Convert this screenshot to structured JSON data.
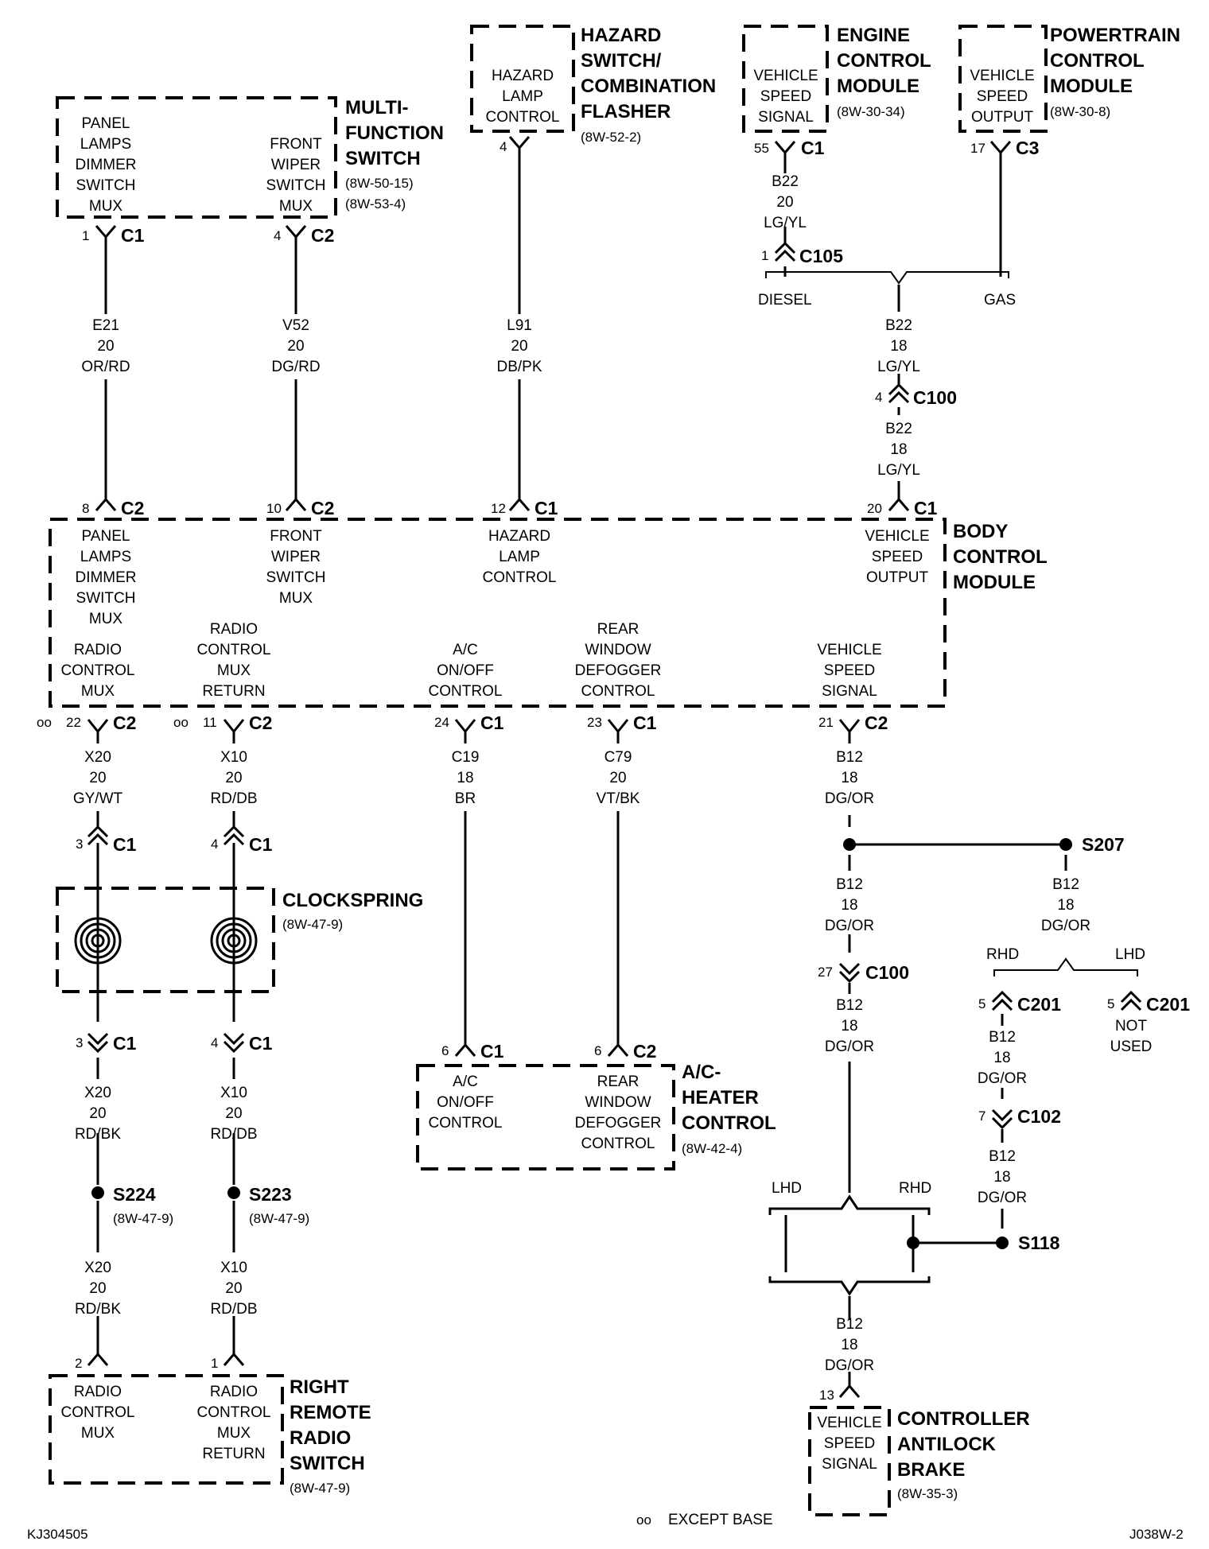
{
  "multifunction_switch": {
    "title": [
      "MULTI-",
      "FUNCTION",
      "SWITCH"
    ],
    "refs": [
      "(8W-50-15)",
      "(8W-53-4)"
    ],
    "left_label": [
      "PANEL",
      "LAMPS",
      "DIMMER",
      "SWITCH",
      "MUX"
    ],
    "right_label": [
      "FRONT",
      "WIPER",
      "SWITCH",
      "MUX"
    ],
    "left_pin": "1",
    "left_conn": "C1",
    "right_pin": "4",
    "right_conn": "C2"
  },
  "hazard_switch": {
    "title": [
      "HAZARD",
      "SWITCH/",
      "COMBINATION",
      "FLASHER"
    ],
    "ref": "(8W-52-2)",
    "label": [
      "HAZARD",
      "LAMP",
      "CONTROL"
    ],
    "pin": "4"
  },
  "engine_control_module": {
    "title": [
      "ENGINE",
      "CONTROL",
      "MODULE"
    ],
    "ref": "(8W-30-34)",
    "label": [
      "VEHICLE",
      "SPEED",
      "SIGNAL"
    ],
    "pin": "55",
    "conn": "C1"
  },
  "powertrain_control_module": {
    "title": [
      "POWERTRAIN",
      "CONTROL",
      "MODULE"
    ],
    "ref": "(8W-30-8)",
    "label": [
      "VEHICLE",
      "SPEED",
      "OUTPUT"
    ],
    "pin": "17",
    "conn": "C3"
  },
  "wires": {
    "e21": [
      "E21",
      "20",
      "OR/RD"
    ],
    "v52": [
      "V52",
      "20",
      "DG/RD"
    ],
    "l91": [
      "L91",
      "20",
      "DB/PK"
    ],
    "b22_ecm": [
      "B22",
      "20",
      "LG/YL"
    ],
    "b22_a": [
      "B22",
      "18",
      "LG/YL"
    ],
    "b22_b": [
      "B22",
      "18",
      "LG/YL"
    ],
    "x20_top": [
      "X20",
      "20",
      "GY/WT"
    ],
    "x10_top": [
      "X10",
      "20",
      "RD/DB"
    ],
    "c19": [
      "C19",
      "18",
      "BR"
    ],
    "c79": [
      "C79",
      "20",
      "VT/BK"
    ],
    "b12_top": [
      "B12",
      "18",
      "DG/OR"
    ],
    "b12_mid": [
      "B12",
      "18",
      "DG/OR"
    ],
    "b12_c100": [
      "B12",
      "18",
      "DG/OR"
    ],
    "b12_s207": [
      "B12",
      "18",
      "DG/OR"
    ],
    "b12_c201": [
      "B12",
      "18",
      "DG/OR"
    ],
    "b12_c102": [
      "B12",
      "18",
      "DG/OR"
    ],
    "b12_bottom": [
      "B12",
      "18",
      "DG/OR"
    ],
    "x20_cs": [
      "X20",
      "20",
      "RD/BK"
    ],
    "x10_cs": [
      "X10",
      "20",
      "RD/DB"
    ],
    "x20_s224": [
      "X20",
      "20",
      "RD/BK"
    ],
    "x10_s223": [
      "X10",
      "20",
      "RD/DB"
    ]
  },
  "connectors": {
    "c105": {
      "pin": "1",
      "name": "C105"
    },
    "c100_top": {
      "pin": "4",
      "name": "C100"
    },
    "c100_b12": {
      "pin": "27",
      "name": "C100"
    },
    "c201_rhd": {
      "pin": "5",
      "name": "C201"
    },
    "c201_lhd": {
      "pin": "5",
      "name": "C201",
      "note": [
        "NOT",
        "USED"
      ]
    },
    "c102": {
      "pin": "7",
      "name": "C102"
    },
    "cs_top_left": {
      "pin": "3",
      "name": "C1"
    },
    "cs_top_right": {
      "pin": "4",
      "name": "C1"
    },
    "cs_bot_left": {
      "pin": "3",
      "name": "C1"
    },
    "cs_bot_right": {
      "pin": "4",
      "name": "C1"
    }
  },
  "selectors": {
    "diesel": "DIESEL",
    "gas": "GAS",
    "rhd_top": "RHD",
    "lhd_top": "LHD",
    "lhd_bottom": "LHD",
    "rhd_bottom": "RHD"
  },
  "body_control_module": {
    "title": [
      "BODY",
      "CONTROL",
      "MODULE"
    ],
    "top_pins": [
      {
        "pin": "8",
        "conn": "C2",
        "label": [
          "PANEL",
          "LAMPS",
          "DIMMER",
          "SWITCH",
          "MUX"
        ]
      },
      {
        "pin": "10",
        "conn": "C2",
        "label": [
          "FRONT",
          "WIPER",
          "SWITCH",
          "MUX"
        ]
      },
      {
        "pin": "12",
        "conn": "C1",
        "label": [
          "HAZARD",
          "LAMP",
          "CONTROL"
        ]
      },
      {
        "pin": "20",
        "conn": "C1",
        "label": [
          "VEHICLE",
          "SPEED",
          "OUTPUT"
        ]
      }
    ],
    "bottom_pins": [
      {
        "pin": "22",
        "conn": "C2",
        "marker": "oo",
        "label": [
          "RADIO",
          "CONTROL",
          "MUX"
        ]
      },
      {
        "pin": "11",
        "conn": "C2",
        "marker": "oo",
        "label": [
          "RADIO",
          "CONTROL",
          "MUX",
          "RETURN"
        ]
      },
      {
        "pin": "24",
        "conn": "C1",
        "label": [
          "A/C",
          "ON/OFF",
          "CONTROL"
        ]
      },
      {
        "pin": "23",
        "conn": "C1",
        "label": [
          "REAR",
          "WINDOW",
          "DEFOGGER",
          "CONTROL"
        ]
      },
      {
        "pin": "21",
        "conn": "C2",
        "label": [
          "VEHICLE",
          "SPEED",
          "SIGNAL"
        ]
      }
    ]
  },
  "clockspring": {
    "title": "CLOCKSPRING",
    "ref": "(8W-47-9)"
  },
  "splices": {
    "s207": {
      "name": "S207"
    },
    "s224": {
      "name": "S224",
      "ref": "(8W-47-9)"
    },
    "s223": {
      "name": "S223",
      "ref": "(8W-47-9)"
    },
    "s118": {
      "name": "S118"
    }
  },
  "ac_heater_control": {
    "title": [
      "A/C-",
      "HEATER",
      "CONTROL"
    ],
    "ref": "(8W-42-4)",
    "left_pin": "6",
    "left_conn": "C1",
    "left_label": [
      "A/C",
      "ON/OFF",
      "CONTROL"
    ],
    "right_pin": "6",
    "right_conn": "C2",
    "right_label": [
      "REAR",
      "WINDOW",
      "DEFOGGER",
      "CONTROL"
    ]
  },
  "right_remote_radio_switch": {
    "title": [
      "RIGHT",
      "REMOTE",
      "RADIO",
      "SWITCH"
    ],
    "ref": "(8W-47-9)",
    "left_pin": "2",
    "left_label": [
      "RADIO",
      "CONTROL",
      "MUX"
    ],
    "right_pin": "1",
    "right_label": [
      "RADIO",
      "CONTROL",
      "MUX",
      "RETURN"
    ]
  },
  "controller_antilock_brake": {
    "title": [
      "CONTROLLER",
      "ANTILOCK",
      "BRAKE"
    ],
    "ref": "(8W-35-3)",
    "pin": "13",
    "label": [
      "VEHICLE",
      "SPEED",
      "SIGNAL"
    ]
  },
  "footer": {
    "left_code": "KJ304505",
    "note_marker": "oo",
    "note_text": "EXCEPT BASE",
    "right_code": "J038W-2"
  }
}
